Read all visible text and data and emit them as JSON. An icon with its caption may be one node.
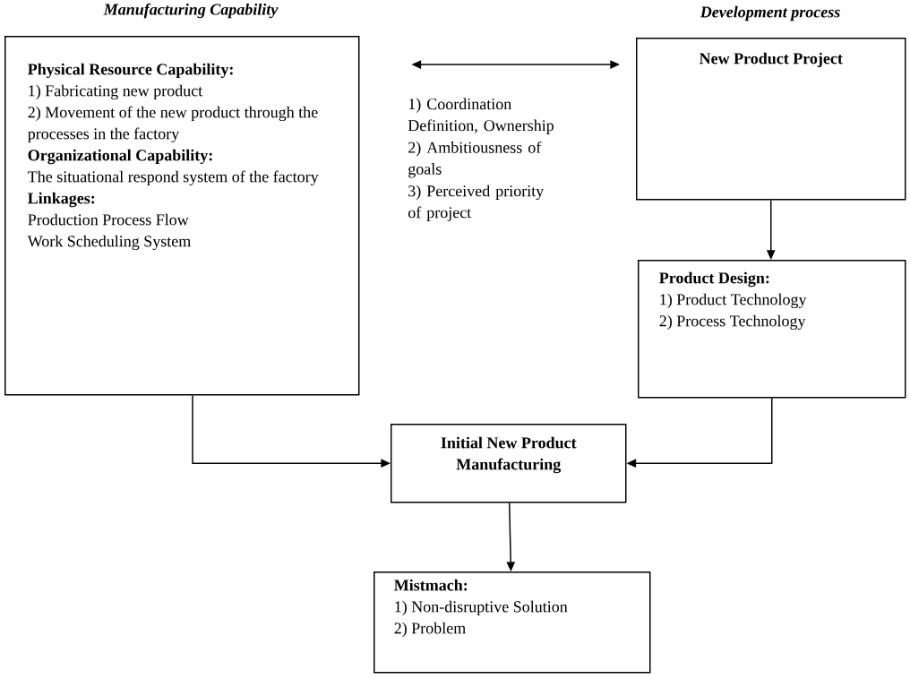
{
  "diagram": {
    "nodes": [
      {
        "text": [
          "Physical Resource Capability:",
          "1) Fabricating new product",
          "2) Movement of the new product through the processes in the factory",
          "Organizational Capability:",
          "The situational respond system of the factory",
          "Linkages:",
          "Production Process Flow",
          "Work Scheduling System"
        ],
        "beside": [
          "Manufacturing Capability"
        ]
      },
      {
        "text": [
          "New Product Project"
        ],
        "beside": [
          "Development process"
        ]
      },
      {
        "text": [
          "Product Design:",
          "1) Product Technology",
          "2) Process Technology"
        ]
      },
      {
        "text": [
          "Initial New Product Manufacturing"
        ]
      },
      {
        "text": [
          "Mistmach:",
          "1) Non-disruptive Solution",
          "2) Problem"
        ]
      }
    ],
    "edges": [
      {
        "from": 0,
        "to": 1,
        "arrow": "both"
      },
      {
        "from": 1,
        "to": 2,
        "arrow": "to"
      },
      {
        "from": 0,
        "to": 3,
        "arrow": "to"
      },
      {
        "from": 2,
        "to": 3,
        "arrow": "to"
      },
      {
        "from": 3,
        "to": 4,
        "arrow": "to"
      }
    ],
    "labels": [
      "1) Coordination Definition, Ownership",
      "2) Ambitiousness of goals",
      "3) Perceived priority of project"
    ]
  }
}
